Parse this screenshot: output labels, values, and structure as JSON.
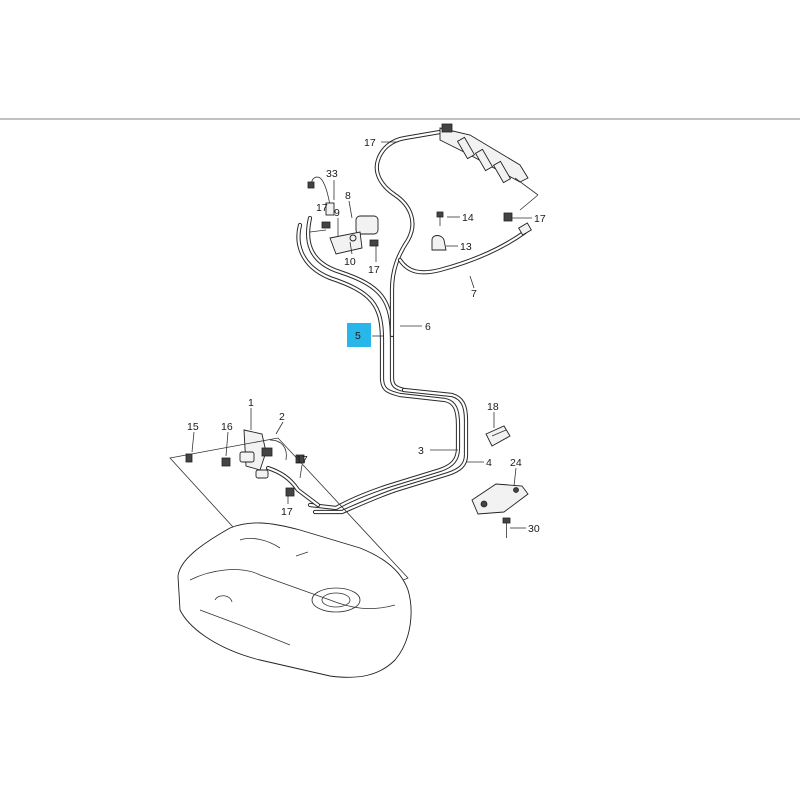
{
  "diagram": {
    "highlight_color": "#29b6e8",
    "callouts": [
      {
        "id": "c17a",
        "text": "17"
      },
      {
        "id": "c33",
        "text": "33"
      },
      {
        "id": "c8",
        "text": "8"
      },
      {
        "id": "c9",
        "text": "9"
      },
      {
        "id": "c17b",
        "text": "17"
      },
      {
        "id": "c10",
        "text": "10"
      },
      {
        "id": "c17c",
        "text": "17"
      },
      {
        "id": "c14",
        "text": "14"
      },
      {
        "id": "c17d",
        "text": "17"
      },
      {
        "id": "c13",
        "text": "13"
      },
      {
        "id": "c7",
        "text": "7"
      },
      {
        "id": "c5",
        "text": "5"
      },
      {
        "id": "c6",
        "text": "6"
      },
      {
        "id": "c18",
        "text": "18"
      },
      {
        "id": "c1",
        "text": "1"
      },
      {
        "id": "c2",
        "text": "2"
      },
      {
        "id": "c15",
        "text": "15"
      },
      {
        "id": "c16",
        "text": "16"
      },
      {
        "id": "c3",
        "text": "3"
      },
      {
        "id": "c4",
        "text": "4"
      },
      {
        "id": "c24",
        "text": "24"
      },
      {
        "id": "c17e",
        "text": "17"
      },
      {
        "id": "c17f",
        "text": "17"
      },
      {
        "id": "c30",
        "text": "30"
      }
    ]
  }
}
